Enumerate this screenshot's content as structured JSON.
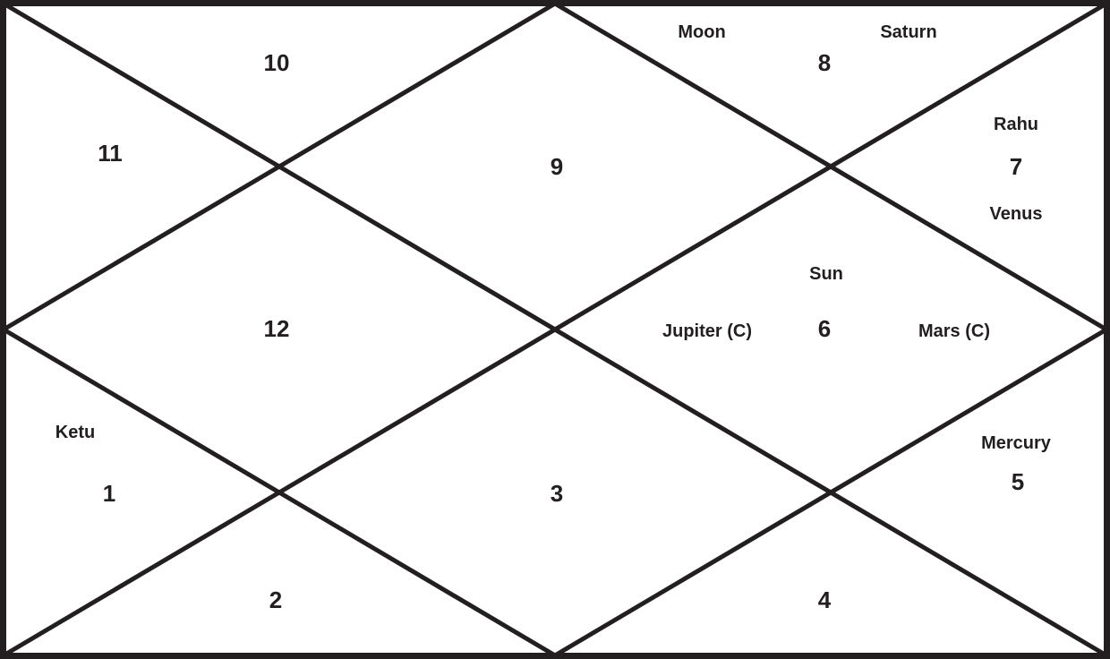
{
  "colors": {
    "ink": "#231f20",
    "background": "#ffffff"
  },
  "houses": [
    {
      "number": "1",
      "planets": [
        "Ketu"
      ]
    },
    {
      "number": "2",
      "planets": []
    },
    {
      "number": "3",
      "planets": []
    },
    {
      "number": "4",
      "planets": []
    },
    {
      "number": "5",
      "planets": [
        "Mercury"
      ]
    },
    {
      "number": "6",
      "planets": [
        "Sun",
        "Jupiter (C)",
        "Mars (C)"
      ]
    },
    {
      "number": "7",
      "planets": [
        "Rahu",
        "Venus"
      ]
    },
    {
      "number": "8",
      "planets": [
        "Moon",
        "Saturn"
      ]
    },
    {
      "number": "9",
      "planets": []
    },
    {
      "number": "10",
      "planets": []
    },
    {
      "number": "11",
      "planets": []
    },
    {
      "number": "12",
      "planets": []
    }
  ]
}
